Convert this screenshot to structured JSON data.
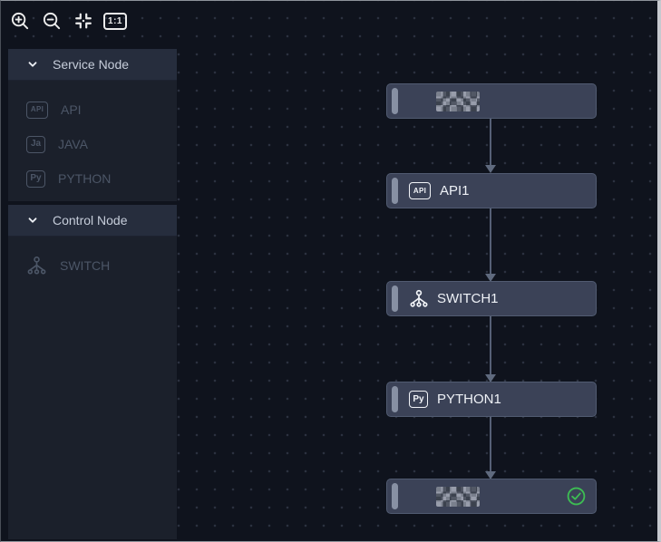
{
  "toolbar": {
    "one_to_one_label": "1:1"
  },
  "sidebar": {
    "sections": [
      {
        "title": "Service Node",
        "items": [
          {
            "icon": "api-badge-icon",
            "icon_text": "API",
            "label": "API"
          },
          {
            "icon": "java-badge-icon",
            "icon_text": "Ja",
            "label": "JAVA"
          },
          {
            "icon": "python-badge-icon",
            "icon_text": "Py",
            "label": "PYTHON"
          }
        ]
      },
      {
        "title": "Control Node",
        "items": [
          {
            "icon": "switch-icon",
            "label": "SWITCH"
          }
        ]
      }
    ]
  },
  "canvas": {
    "nodes": [
      {
        "type": "start",
        "label": "",
        "redacted": true
      },
      {
        "type": "service",
        "icon": "api-badge-icon",
        "icon_text": "API",
        "label": "API1"
      },
      {
        "type": "control",
        "icon": "switch-icon",
        "label": "SWITCH1"
      },
      {
        "type": "service",
        "icon": "python-badge-icon",
        "icon_text": "Py",
        "label": "PYTHON1"
      },
      {
        "type": "end",
        "label": "",
        "redacted": true,
        "status": "success",
        "status_icon": "check-circle-icon"
      }
    ]
  },
  "colors": {
    "canvas_bg": "#0f131d",
    "sidebar_bg": "#1b202b",
    "section_header_bg": "#262d3d",
    "node_bg": "#3b4257",
    "node_border": "#515b71",
    "muted_text": "#4c5667",
    "connector": "#566076",
    "success_green": "#3dbd53"
  }
}
